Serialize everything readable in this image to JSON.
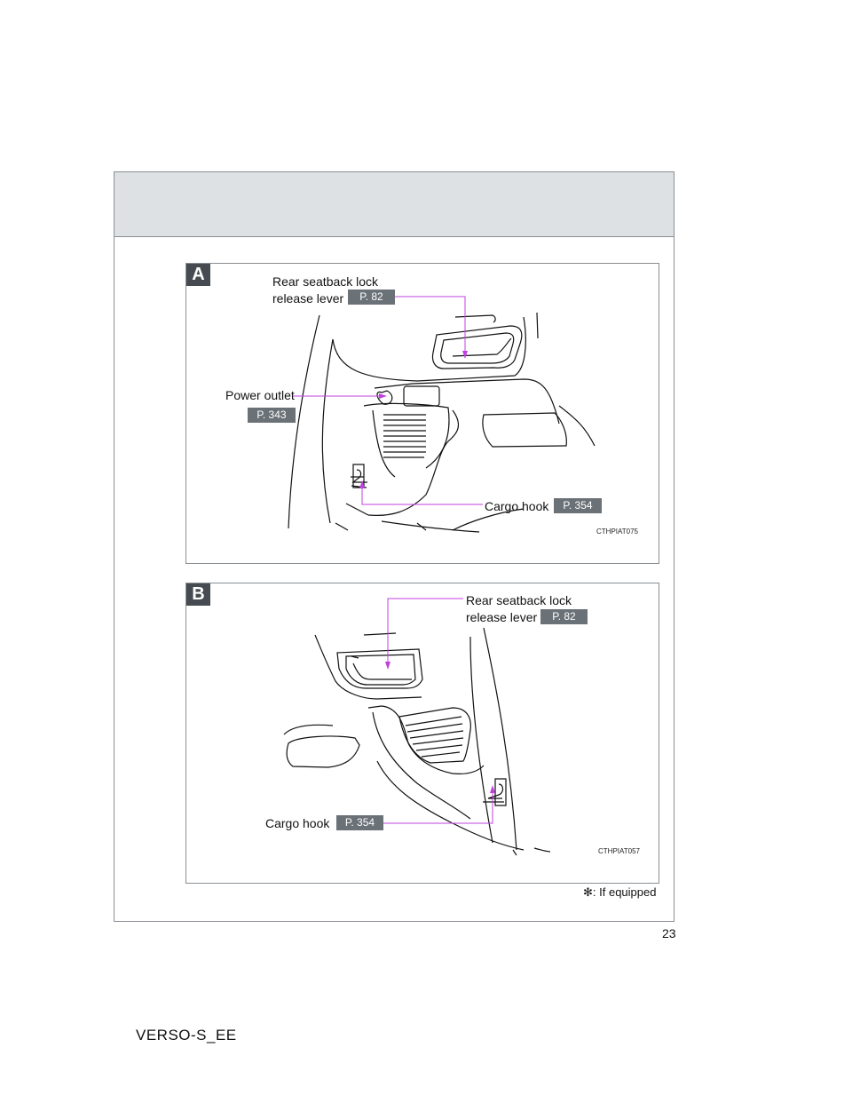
{
  "panels": {
    "a": {
      "tag": "A",
      "seatback_label_line1": "Rear seatback lock",
      "seatback_label_line2": "release lever",
      "seatback_page": "P. 82",
      "outlet_label": "Power outlet",
      "outlet_page": "P. 343",
      "hook_label": "Cargo hook",
      "hook_page": "P. 354",
      "code": "CTHPIAT075"
    },
    "b": {
      "tag": "B",
      "seatback_label_line1": "Rear seatback lock",
      "seatback_label_line2": "release lever",
      "seatback_page": "P. 82",
      "hook_label": "Cargo hook",
      "hook_page": "P. 354",
      "code": "CTHPIAT057"
    }
  },
  "footnote": {
    "symbol": "✻",
    "text": ": If equipped"
  },
  "page_number": "23",
  "model_code": "VERSO-S_EE",
  "colors": {
    "leader": "#c040e0",
    "page_ref_bg": "#6a7177",
    "header_bg": "#dde1e3",
    "tag_bg": "#454b50"
  }
}
